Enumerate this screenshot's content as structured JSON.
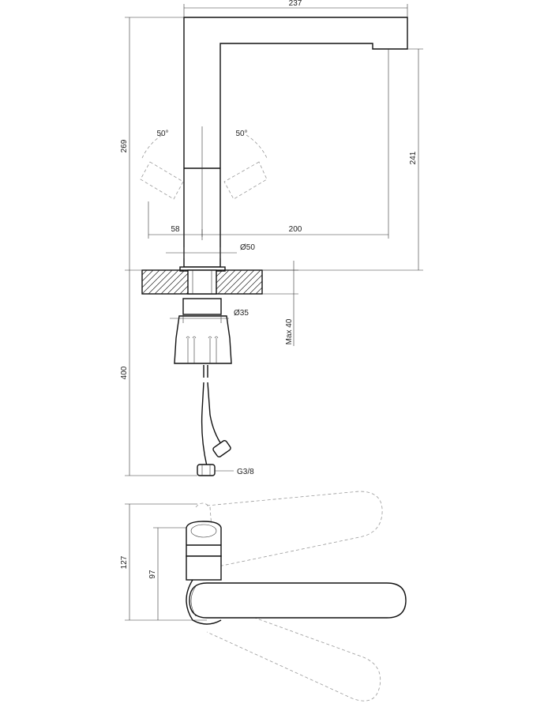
{
  "dimensions": {
    "width_total": "237",
    "height_spout": "269",
    "height_side": "241",
    "angle_left": "50°",
    "angle_right": "50°",
    "offset_left": "58",
    "reach": "200",
    "diameter_body": "Ø50",
    "diameter_shank": "Ø35",
    "max_thickness": "Max 40",
    "height_below": "400",
    "thread": "G3/8",
    "height_top_view_outer": "127",
    "height_top_view_inner": "97"
  }
}
